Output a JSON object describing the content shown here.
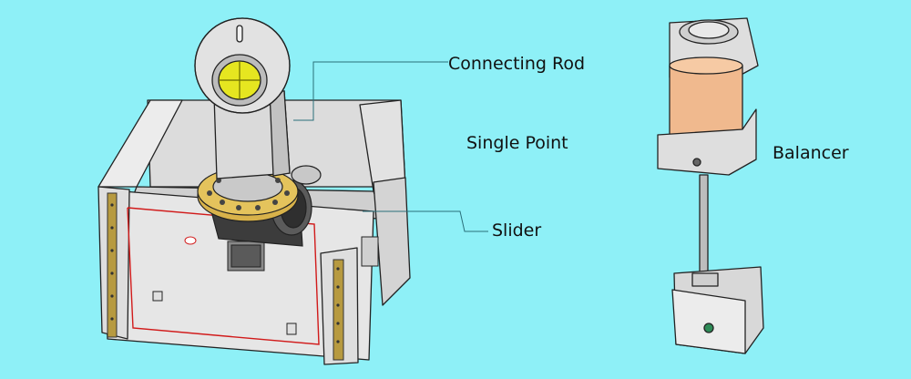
{
  "labels": {
    "connecting_rod": "Connecting Rod",
    "single_point": "Single Point",
    "slider": "Slider",
    "balancer": "Balancer"
  },
  "colors": {
    "background": "#8ef0f7",
    "metal": "#e4e4e4",
    "metal_shade": "#c9c9c9",
    "outline": "#222222",
    "red_seam": "#d11a1a",
    "gold_flange": "#d8b24a",
    "balancer_cylinder": "#f0b98e",
    "rod_window": "#e6e620",
    "leader_line": "#2a6f7a"
  }
}
